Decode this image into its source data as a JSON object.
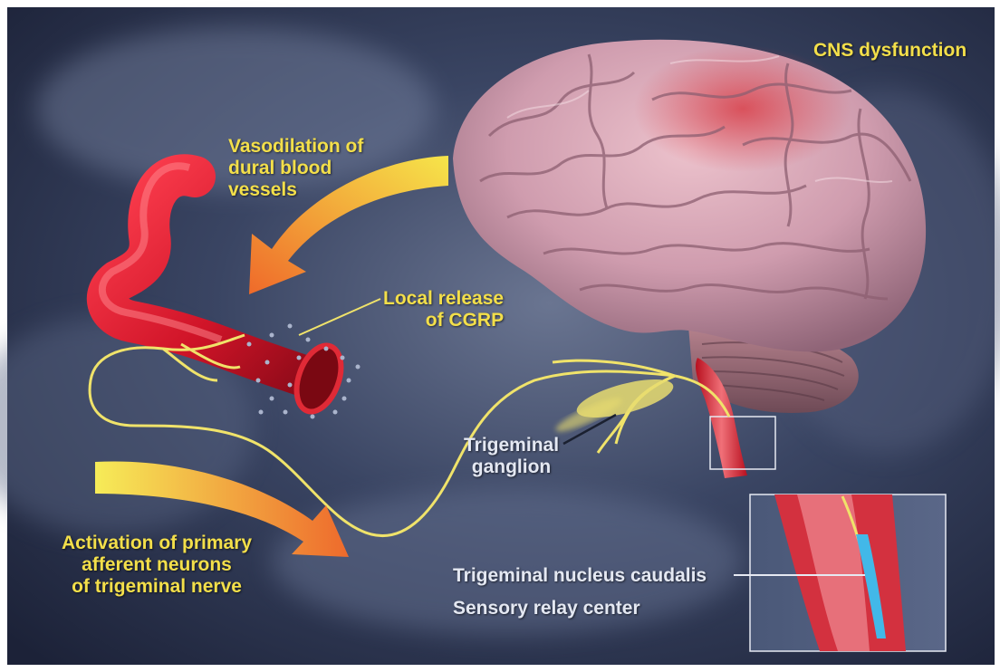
{
  "labels": {
    "cns": "CNS dysfunction",
    "vasodilation": [
      "Vasodilation of",
      "dural blood",
      "vessels"
    ],
    "cgrp": [
      "Local release",
      "of CGRP"
    ],
    "trigeminal_ganglion": [
      "Trigeminal",
      "ganglion"
    ],
    "activation": [
      "Activation of primary",
      "afferent neurons",
      "of trigeminal nerve"
    ],
    "nucleus_caudalis": "Trigeminal nucleus caudalis",
    "relay_center": "Sensory relay center"
  },
  "colors": {
    "background": "#2b3550",
    "label_yellow": "#f3df4a",
    "label_white": "#e4e8f2",
    "brain": "#d7a9b7",
    "vessel": "#d8192e",
    "nerve": "#f0e36a",
    "arrow": "#f08a2a",
    "nucleus": "#42b8e8"
  }
}
